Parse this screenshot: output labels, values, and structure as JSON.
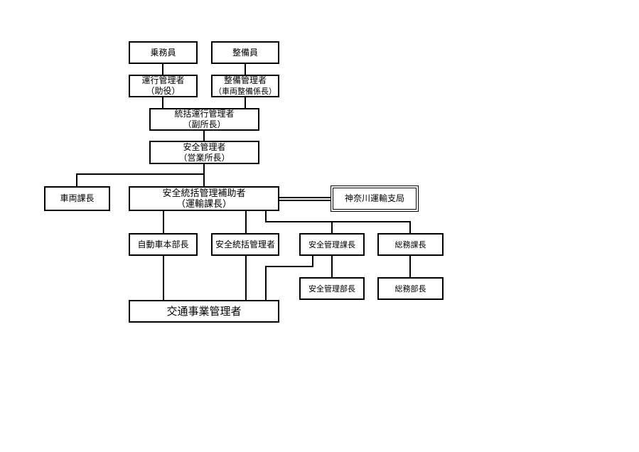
{
  "nodes": {
    "jomuin": {
      "line1": "乗務員"
    },
    "seibiin": {
      "line1": "整備員"
    },
    "unko_kanrisha": {
      "line1": "運行管理者",
      "line2": "（助役）"
    },
    "seibi_kanrisha": {
      "line1": "整備管理者",
      "line2": "（車両整備係長）"
    },
    "tokatsu_unko": {
      "line1": "統括運行管理者",
      "line2": "（副所長）"
    },
    "anzen_kanrisha": {
      "line1": "安全管理者",
      "line2": "（営業所長）"
    },
    "sharyo_kacho": {
      "line1": "車両課長"
    },
    "hojosha": {
      "line1": "安全統括管理補助者",
      "line2": "（運輸課長）"
    },
    "kanagawa": {
      "line1": "神奈川運輸支局"
    },
    "honbucho": {
      "line1": "自動車本部長"
    },
    "tokatsu_kanrisha": {
      "line1": "安全統括管理者"
    },
    "anzen_kacho": {
      "line1": "安全管理課長"
    },
    "somu_kacho": {
      "line1": "総務課長"
    },
    "anzen_bucho": {
      "line1": "安全管理部長"
    },
    "somu_bucho": {
      "line1": "総務部長"
    },
    "kotsu_jigyo": {
      "line1": "交通事業管理者"
    }
  }
}
